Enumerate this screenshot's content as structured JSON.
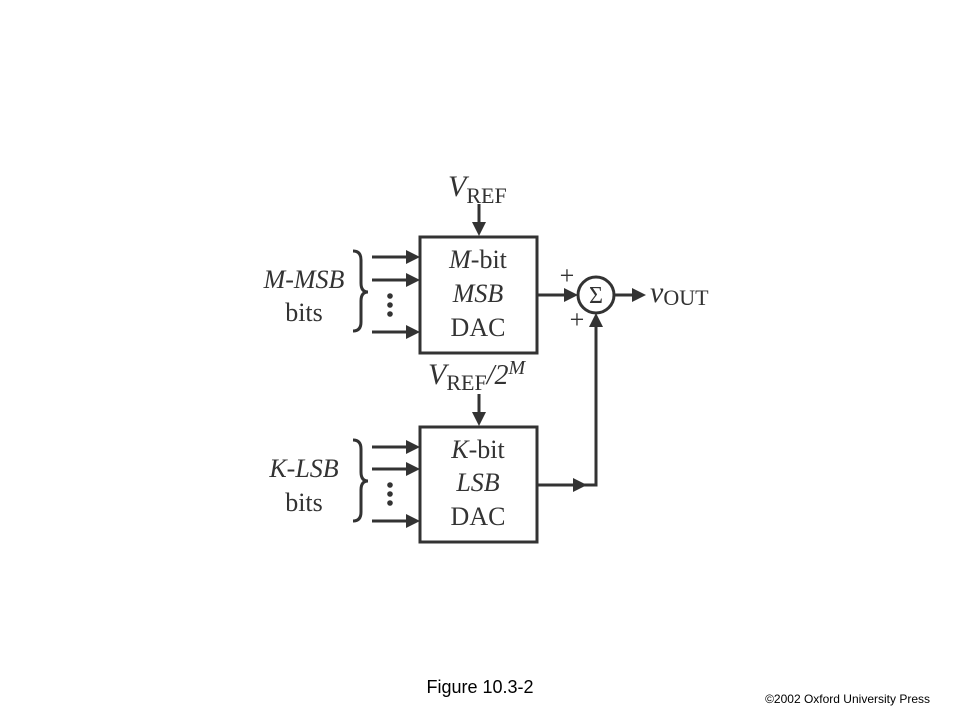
{
  "diagram": {
    "vref_top": {
      "main": "V",
      "sub": "REF"
    },
    "msb_block": {
      "line1_italic": "M",
      "line1_rest": "-bit",
      "line2": "MSB",
      "line3": "DAC"
    },
    "lsb_block": {
      "line1_italic": "K",
      "line1_rest": "-bit",
      "line2": "LSB",
      "line3": "DAC"
    },
    "vref_mid": {
      "main": "V",
      "sub": "REF",
      "rest": "/2",
      "sup": "M"
    },
    "msb_inputs": {
      "line1": "M-MSB",
      "line2": "bits"
    },
    "lsb_inputs": {
      "line1": "K-LSB",
      "line2": "bits"
    },
    "summer": {
      "symbol": "Σ",
      "plus_top": "+",
      "plus_bottom": "+"
    },
    "output": {
      "main": "v",
      "sub": "OUT"
    }
  },
  "caption": "Figure 10.3-2",
  "copyright": "©2002 Oxford University Press"
}
